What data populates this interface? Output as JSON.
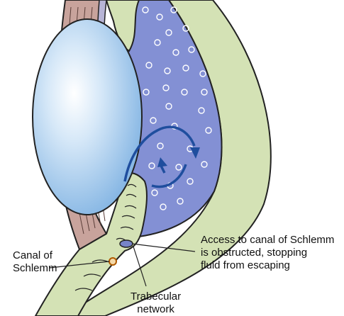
{
  "labels": {
    "canal_of_schlemm": [
      "Canal of",
      "Schlemm"
    ],
    "trabecular_network": [
      "Trabecular",
      "network"
    ],
    "access_obstructed": [
      "Access to canal of Schlemm",
      "is obstructed, stopping",
      "fluid from escaping"
    ]
  },
  "colors": {
    "sclera_green": "#d4e2b5",
    "fluid_blue": "#8390d4",
    "lens_blue": "#a9cdee",
    "muscle_brown": "#c8a39c",
    "arrow_blue": "#1f4e9e",
    "outline": "#222222"
  }
}
